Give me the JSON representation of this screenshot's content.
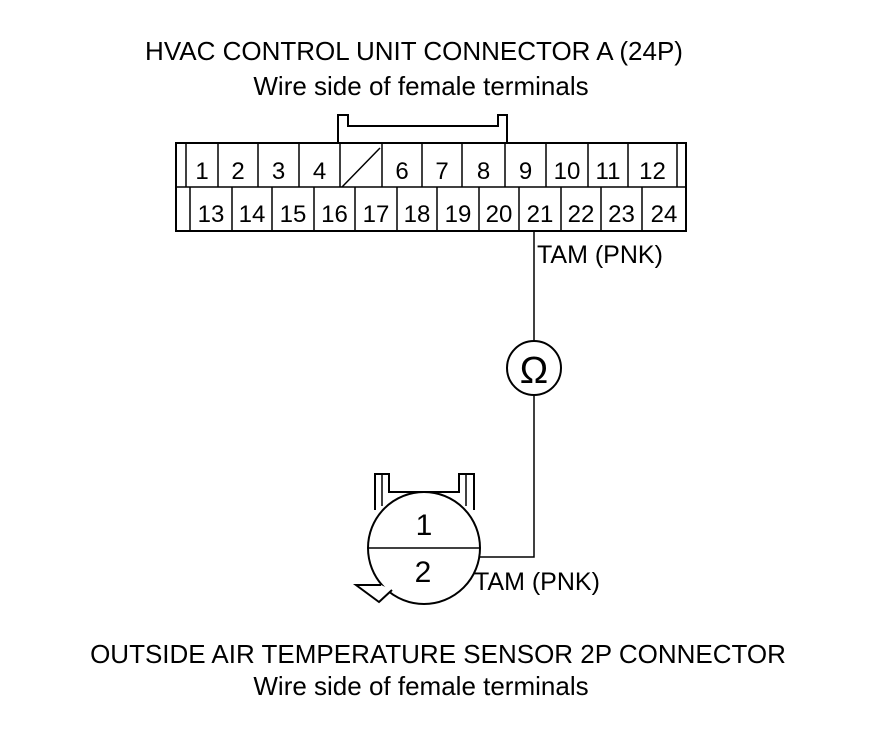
{
  "colors": {
    "line": "#000000",
    "background": "#ffffff"
  },
  "hvac_connector": {
    "title": "HVAC CONTROL UNIT CONNECTOR A (24P)",
    "subtitle": "Wire side of female terminals",
    "top_row": [
      "1",
      "2",
      "3",
      "4",
      "",
      "6",
      "7",
      "8",
      "9",
      "10",
      "11",
      "12"
    ],
    "bottom_row": [
      "13",
      "14",
      "15",
      "16",
      "17",
      "18",
      "19",
      "20",
      "21",
      "22",
      "23",
      "24"
    ],
    "wire_label": "TAM (PNK)"
  },
  "meter": {
    "symbol": "Ω",
    "icon": "ohmmeter-icon"
  },
  "sensor_connector": {
    "title": "OUTSIDE AIR TEMPERATURE SENSOR 2P CONNECTOR",
    "subtitle": "Wire side of female terminals",
    "terminals": [
      "1",
      "2"
    ],
    "wire_label": "TAM (PNK)"
  }
}
